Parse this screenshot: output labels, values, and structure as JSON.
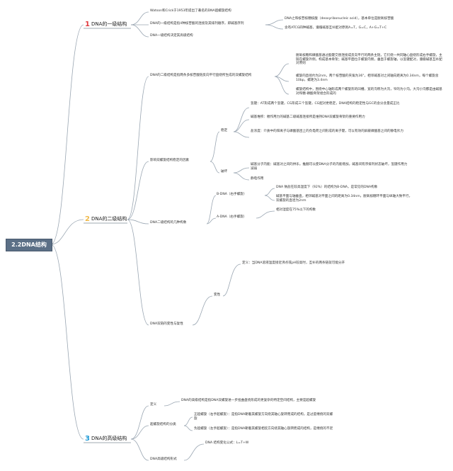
{
  "root": "2.2DNA结构",
  "sections": {
    "s1": {
      "num": "1",
      "title": "DNA的一级结构",
      "items": [
        "Watson和Crick于1953年提出了著名的DNA超螺旋结构",
        "DNA的一级结构是指4种核苷酸的连接及其排列顺序，即碱基序列",
        "DNA一级结构决定其高级结构"
      ],
      "seq_details": [
        "DNA之和核苷核糖核酸（deoxyribonucleic acid），基本单位是脱氧核苷酸",
        "含有ATCG四种碱基，遵循碱基互补配对原则A=T，G=C，A+G=T+C"
      ]
    },
    "s2": {
      "num": "2",
      "title": "DNA的二级结构",
      "definition": "DNA的二级结构是指两条多核苷酸链反向平行盘绕所生成的双螺旋结构",
      "def_details": [
        "脱氧核糖和磷酸基通过酯键交替连接成反向平行的两条主链，它们绕一共同轴心盘绕形成右手螺旋，主链在螺旋外侧，构成基本骨架；碱基平面位于螺旋内侧，垂直于螺旋轴，以氢键配对，遵循碱基互补配对原则",
        "螺旋的直径约为2nm，两个核苷酸的夹角为36°，相邻碱基对之间轴向距离为0.34nm，每个螺旋含10bp，螺距为3.4nm",
        "螺旋结构中，围绕中心轴形成两个螺旋形的凹槽，宽的沟称为大沟，窄的为小沟。大沟小沟都是由碱基对和糖-磷酸骨架组合形成的"
      ],
      "factors_title": "影响双螺旋结构稳定的因素",
      "stable_label": "稳定",
      "stable_items": [
        "氢键：AT形成两个氢键，CG形成三个氢键，CG配对更稳定，DNA结构的稳定性与GC的含分含量成正比",
        "碱基堆积：催作用力的碱基二级碱基连接所是维持DNA双螺旋骨架的重要作用力",
        "盐浓度：介质中的阳离子与磷酸基团上的负电荷之间形成的离子键，可以有效的屏蔽磷酸基之间的静电斥力"
      ],
      "destroy_label": "破坏",
      "destroy_items": [
        "碱基分子内能：碱基对之间的供乐，推翻可以使DNA分子的内能增加，碱基间有序排列状态破坏，氢键作用力减弱",
        "静电作用"
      ],
      "forms_title": "DNA二级结构的几种构象",
      "bdna_label": "B-DNA（右手螺旋）",
      "bdna_items": [
        "DNA 钠盐在较高湿度下（92%）的结构为B-DNA，是常见的DNA构象",
        "碱基平面与轴垂直，相邻碱基对平面之间的距离为0.34nm，脱氧核糖环平面与纵轴大致平行，双螺旋的直径为2nm"
      ],
      "adna_label": "A-DNA（右手螺旋）",
      "adna_items": [
        "相对湿度在75%以下的构象"
      ],
      "denature_title": "DNA双链的变性与复性",
      "denature_label": "变性",
      "denature_def": "定义：当DNA溶液温度接近沸点或pH较高时，互补的两条链就可能分开"
    },
    "s3": {
      "num": "3",
      "title": "DNA的高级结构",
      "def_label": "定义",
      "def_text": "DNA的高级结构是指DNA双螺旋进一步扭曲盘绕形成的更复杂的特定空间结构，主要是超螺旋",
      "class_label": "超螺旋结构的分类",
      "class_items": [
        "正超螺旋（右手超螺旋）：是指DNA朝着其螺旋方向绕其轴心旋转而成的结构，是过度缠绕的双螺旋",
        "负超螺旋（左手超螺旋）：是指DNA朝着其螺旋相反方向绕其轴心旋转而成的结构，是缠绕的不足"
      ],
      "forms_label": "DNA高级结构形式",
      "formula": "DNA 结构变化公式：L=T+W"
    }
  }
}
